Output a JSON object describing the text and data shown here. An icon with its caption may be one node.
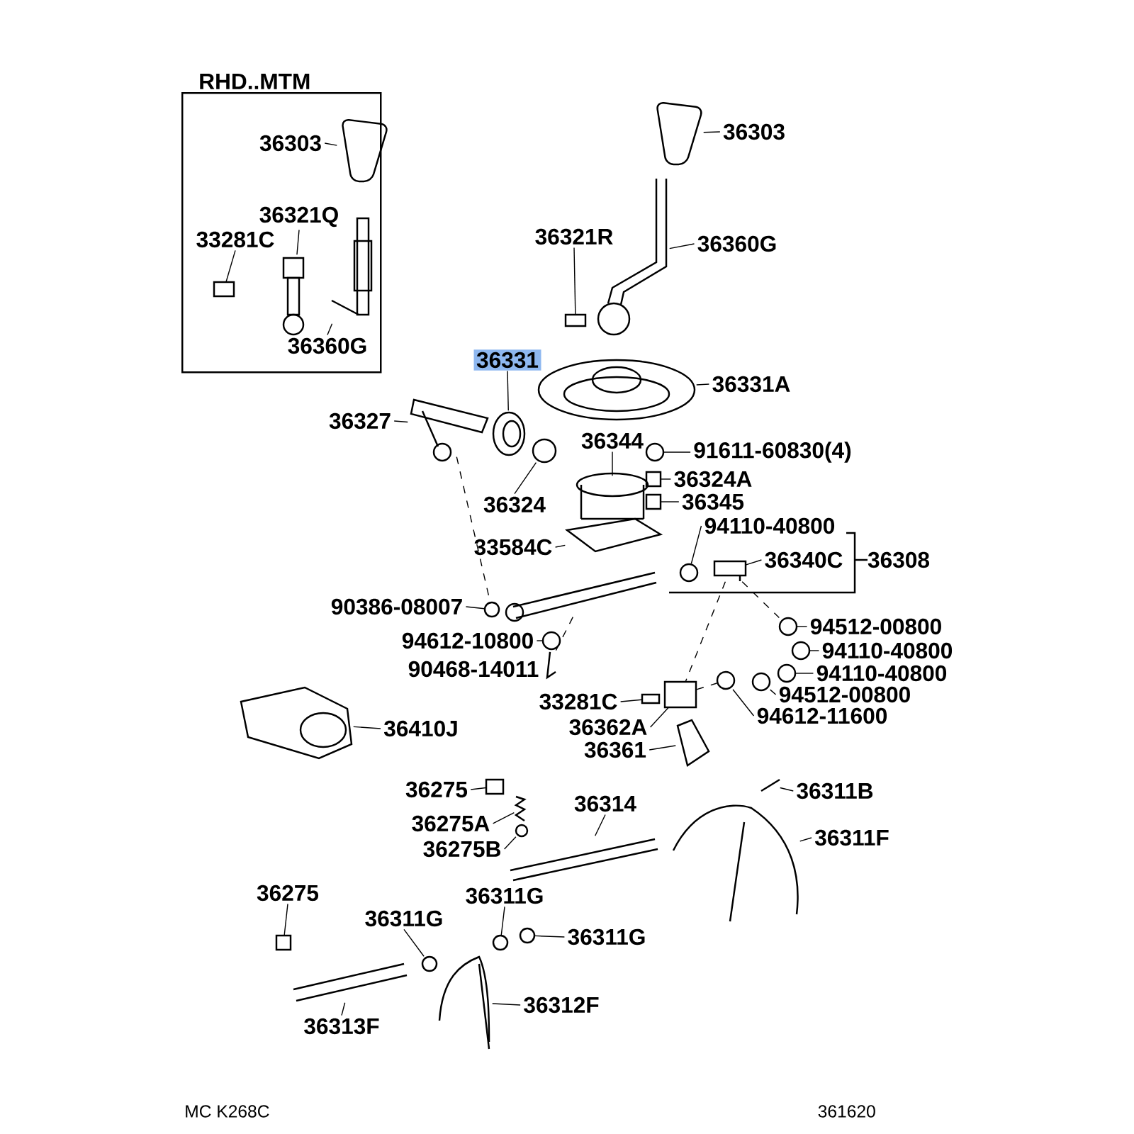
{
  "diagram": {
    "nodes": [
      {
        "text": [
          "RHD..MTM"
        ]
      },
      {
        "text": [
          "36303"
        ],
        "in": 0
      },
      {
        "text": [
          "36321Q"
        ],
        "in": 0
      },
      {
        "text": [
          "33281C"
        ],
        "in": 0
      },
      {
        "text": [
          "36360G"
        ],
        "in": 0
      },
      {
        "text": [
          "36303"
        ]
      },
      {
        "text": [
          "36321R"
        ]
      },
      {
        "text": [
          "36360G"
        ]
      },
      {
        "text": [
          "36331"
        ]
      },
      {
        "text": [
          "36331A"
        ]
      },
      {
        "text": [
          "36327"
        ]
      },
      {
        "text": [
          "36344"
        ]
      },
      {
        "text": [
          "91611-60830(4)"
        ]
      },
      {
        "text": [
          "36324"
        ]
      },
      {
        "text": [
          "36324A"
        ]
      },
      {
        "text": [
          "36345"
        ]
      },
      {
        "text": [
          "33584C"
        ]
      },
      {
        "text": [
          "94110-40800"
        ]
      },
      {
        "text": [
          "36340C"
        ]
      },
      {
        "text": [
          "36308"
        ]
      },
      {
        "text": [
          "90386-08007"
        ]
      },
      {
        "text": [
          "94612-10800"
        ]
      },
      {
        "text": [
          "90468-14011"
        ]
      },
      {
        "text": [
          "94512-00800"
        ]
      },
      {
        "text": [
          "94110-40800"
        ]
      },
      {
        "text": [
          "94110-40800"
        ]
      },
      {
        "text": [
          "94512-00800"
        ]
      },
      {
        "text": [
          "94612-11600"
        ]
      },
      {
        "text": [
          "33281C"
        ]
      },
      {
        "text": [
          "36362A"
        ]
      },
      {
        "text": [
          "36361"
        ]
      },
      {
        "text": [
          "36410J"
        ]
      },
      {
        "text": [
          "36275"
        ]
      },
      {
        "text": [
          "36275A"
        ]
      },
      {
        "text": [
          "36275B"
        ]
      },
      {
        "text": [
          "36314"
        ]
      },
      {
        "text": [
          "36311B"
        ]
      },
      {
        "text": [
          "36311F"
        ]
      },
      {
        "text": [
          "36275"
        ]
      },
      {
        "text": [
          "36311G"
        ]
      },
      {
        "text": [
          "36311G"
        ]
      },
      {
        "text": [
          "36311G"
        ]
      },
      {
        "text": [
          "36313F"
        ]
      },
      {
        "text": [
          "36312F"
        ]
      },
      {
        "text": [],
        "shape": "picture",
        "in": 0
      },
      {
        "text": [],
        "shape": "picture",
        "in": 0
      },
      {
        "text": [],
        "shape": "box",
        "in": 0
      },
      {
        "text": [],
        "shape": "picture",
        "in": 0
      },
      {
        "text": [],
        "shape": "picture"
      },
      {
        "text": [],
        "shape": "box"
      },
      {
        "text": [],
        "shape": "picture"
      },
      {
        "text": [],
        "shape": "picture"
      },
      {
        "text": [],
        "shape": "picture"
      },
      {
        "text": [],
        "shape": "picture"
      },
      {
        "text": [],
        "shape": "picture"
      },
      {
        "text": [],
        "shape": "picture"
      },
      {
        "text": [],
        "shape": "circle"
      },
      {
        "text": [],
        "shape": "circle"
      },
      {
        "text": [],
        "shape": "box"
      },
      {
        "text": [],
        "shape": "box"
      },
      {
        "text": [],
        "shape": "circle"
      },
      {
        "text": [],
        "shape": "picture"
      },
      {
        "text": [],
        "shape": "circle"
      },
      {
        "text": [],
        "shape": "circle"
      },
      {
        "text": [],
        "shape": "picture"
      },
      {
        "text": [],
        "shape": "circle"
      },
      {
        "text": [],
        "shape": "circle"
      },
      {
        "text": [],
        "shape": "circle"
      },
      {
        "text": [],
        "shape": "circle"
      },
      {
        "text": [],
        "shape": "circle"
      },
      {
        "text": [],
        "shape": "box"
      },
      {
        "text": [],
        "shape": "box"
      },
      {
        "text": [],
        "shape": "picture"
      },
      {
        "text": [],
        "shape": "picture"
      },
      {
        "text": [],
        "shape": "box"
      },
      {
        "text": [],
        "shape": "picture"
      },
      {
        "text": [],
        "shape": "circle"
      },
      {
        "text": [],
        "shape": "picture"
      },
      {
        "text": [],
        "shape": "picture"
      },
      {
        "text": [],
        "shape": "picture"
      },
      {
        "text": [],
        "shape": "box"
      },
      {
        "text": [],
        "shape": "circle"
      },
      {
        "text": [],
        "shape": "circle"
      },
      {
        "text": [],
        "shape": "circle"
      },
      {
        "text": [],
        "shape": "picture"
      },
      {
        "text": [],
        "shape": "picture"
      },
      {
        "text": [],
        "shape": "picture"
      }
    ],
    "edges": [
      {
        "from": 1,
        "to": 44,
        "arrow": "none"
      },
      {
        "from": 2,
        "to": 45,
        "arrow": "none"
      },
      {
        "from": 3,
        "to": 46,
        "arrow": "none"
      },
      {
        "from": 4,
        "to": 47,
        "arrow": "none"
      },
      {
        "from": 5,
        "to": 48,
        "arrow": "none"
      },
      {
        "from": 6,
        "to": 49,
        "arrow": "none"
      },
      {
        "from": 7,
        "to": 50,
        "arrow": "none"
      },
      {
        "from": 8,
        "to": 52,
        "arrow": "none"
      },
      {
        "from": 9,
        "to": 51,
        "arrow": "none"
      },
      {
        "from": 10,
        "to": 53,
        "arrow": "none"
      },
      {
        "from": 11,
        "to": 54,
        "arrow": "none"
      },
      {
        "from": 12,
        "to": 56,
        "arrow": "none"
      },
      {
        "from": 13,
        "to": 57,
        "arrow": "none"
      },
      {
        "from": 14,
        "to": 58,
        "arrow": "none"
      },
      {
        "from": 15,
        "to": 59,
        "arrow": "none"
      },
      {
        "from": 16,
        "to": 55,
        "arrow": "none"
      },
      {
        "from": 17,
        "to": 60,
        "arrow": "none"
      },
      {
        "from": 18,
        "to": 61,
        "arrow": "none"
      },
      {
        "from": 20,
        "to": 62,
        "arrow": "none"
      },
      {
        "from": 21,
        "to": 63,
        "arrow": "none"
      },
      {
        "from": 23,
        "to": 65,
        "arrow": "none"
      },
      {
        "from": 24,
        "to": 66,
        "arrow": "none"
      },
      {
        "from": 25,
        "to": 67,
        "arrow": "none"
      },
      {
        "from": 26,
        "to": 68,
        "arrow": "none"
      },
      {
        "from": 27,
        "to": 69,
        "arrow": "none"
      },
      {
        "from": 28,
        "to": 70,
        "arrow": "none"
      },
      {
        "from": 29,
        "to": 71,
        "arrow": "none"
      },
      {
        "from": 30,
        "to": 72,
        "arrow": "none"
      },
      {
        "from": 31,
        "to": 73,
        "arrow": "none"
      },
      {
        "from": 32,
        "to": 74,
        "arrow": "none"
      },
      {
        "from": 33,
        "to": 75,
        "arrow": "none"
      },
      {
        "from": 34,
        "to": 76,
        "arrow": "none"
      },
      {
        "from": 35,
        "to": 77,
        "arrow": "none"
      },
      {
        "from": 36,
        "to": 78,
        "arrow": "none"
      },
      {
        "from": 37,
        "to": 79,
        "arrow": "none"
      },
      {
        "from": 38,
        "to": 80,
        "arrow": "none"
      },
      {
        "from": 39,
        "to": 81,
        "arrow": "none"
      },
      {
        "from": 40,
        "to": 82,
        "arrow": "none"
      },
      {
        "from": 41,
        "to": 83,
        "arrow": "none"
      },
      {
        "from": 42,
        "to": 84,
        "arrow": "none"
      },
      {
        "from": 43,
        "to": 85,
        "arrow": "none"
      },
      {
        "from": 53,
        "to": 62,
        "arrow": "none",
        "style": "dashed"
      },
      {
        "from": 86,
        "to": 64,
        "arrow": "none",
        "style": "dashed"
      },
      {
        "from": 61,
        "to": 65,
        "arrow": "none",
        "style": "dashed"
      },
      {
        "from": 61,
        "to": 71,
        "arrow": "none",
        "style": "dashed"
      },
      {
        "from": 71,
        "to": 69,
        "arrow": "none",
        "style": "dashed"
      }
    ],
    "labels": [
      "MC K268C",
      "361620"
    ]
  }
}
